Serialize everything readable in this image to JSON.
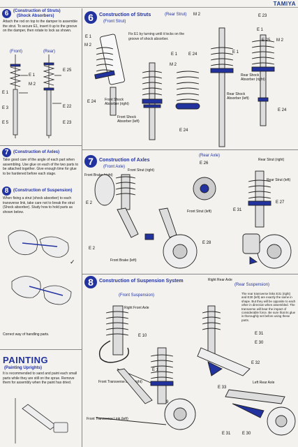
{
  "header": {
    "brand": "TAMIYA"
  },
  "step6_small": {
    "number": "6",
    "title": "(Construction of Struts)",
    "subtitle": "(Shock Absorbers)",
    "note": "Attach the rod on top to the damper to assemble the strut. To secure E1, insert it up to the groove on the damper, then rotate to lock as shown.",
    "labels": {
      "front": "(Front)",
      "rear": "(Rear)"
    }
  },
  "step7_small": {
    "number": "7",
    "title": "(Construction of Axles)",
    "note": "Take good care of the angle of each part when assembling. Use glue on each of the two parts to be attached together. Give enough time for glue to be hardened before each stage."
  },
  "step8_small": {
    "number": "8",
    "title": "(Construction of Suspension)",
    "note": "When fixing a strut (shock absorber) to each transverse link, take care not to break the strut (Shock absorber). Study how to hold parts as shown below.",
    "caption": "Correct way of handling parts."
  },
  "painting": {
    "title": "PAINTING",
    "subtitle": "(Painting Uprights)",
    "note": "It is recommended to sand and paint each small parts while they are still on the sprue. Remove them for assembly when the paint has dried."
  },
  "step6_big": {
    "number": "6",
    "title": "Construction of Struts",
    "front_label": "(Front Strut)",
    "rear_label": "(Rear Strut)",
    "note": "Fix E1 by turning until it locks on the groove of shock absorber.",
    "labels": {
      "front_shock_right": "Front Shock Absorber (right)",
      "front_shock_left": "Front Shock Absorber (left)",
      "rear_shock_right": "Rear Shock Absorber (right)",
      "rear_shock_left": "Rear Shock Absorber (left)"
    }
  },
  "step7_big": {
    "number": "7",
    "title": "Construction of Axles",
    "front_axle": "(Front Axle)",
    "rear_axle": "(Rear Axle)",
    "labels": {
      "front_brake_right": "Front Brake (right)",
      "front_strut_right": "Front Strut (right)",
      "front_strut_left": "Front Strut (left)",
      "front_brake_left": "Front Brake (left)",
      "rear_strut_right": "Rear Strut (right)",
      "rear_strut_left": "Rear Strut (left)"
    }
  },
  "step8_big": {
    "number": "8",
    "title": "Construction of Suspension System",
    "front_susp": "(Front Suspension)",
    "rear_susp": "(Rear Suspension)",
    "right_rear_axle": "Right Rear Axle",
    "right_front_axle": "Right Front Axle",
    "left_rear_axle": "Left Rear Axle",
    "front_transverse_link_right": "Front Transverse Link (right)",
    "front_transverse_link_left": "Front Transverse Link (left)",
    "rear_note": "The rear transverse links E31 (right) and E30 (left) are exactly the same in shape. But they will be opposite to each other in direction when assembled. The transverse will bear the impact of considerable force. Be sure that its glue is thoroughly set before using these parts."
  },
  "part_labels": {
    "E1": "E 1",
    "M2": "M 2",
    "E23": "E 23",
    "E24": "E 24",
    "E25": "E 25",
    "E22": "E 22",
    "E3": "E 3",
    "E2": "E 2",
    "E26": "E 26",
    "E27": "E 27",
    "E28": "E 28",
    "E31": "E 31",
    "E30": "E 30",
    "E32": "E 32",
    "E33": "E 33",
    "E19": "E 19",
    "E10": "E 10",
    "E11": "E 11",
    "E5": "E 5"
  }
}
